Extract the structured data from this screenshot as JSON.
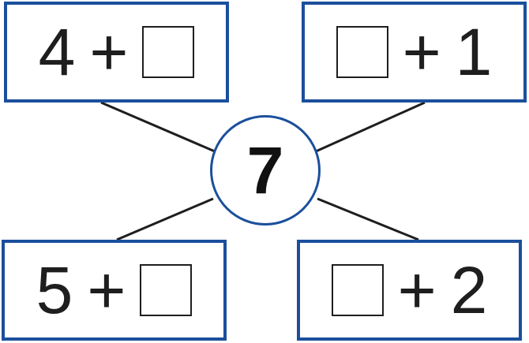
{
  "center": {
    "value": "7"
  },
  "boxes": [
    {
      "id": "top-left",
      "left": "4",
      "operator": "+",
      "right": ""
    },
    {
      "id": "top-right",
      "left": "",
      "operator": "+",
      "right": "1"
    },
    {
      "id": "bottom-left",
      "left": "5",
      "operator": "+",
      "right": ""
    },
    {
      "id": "bottom-right",
      "left": "",
      "operator": "+",
      "right": "2"
    }
  ],
  "colors": {
    "box_border": "#1b4f9c",
    "circle_border": "#1b4f9c",
    "line": "#1e1e1e",
    "digit_shading": "#c5c8e8"
  }
}
